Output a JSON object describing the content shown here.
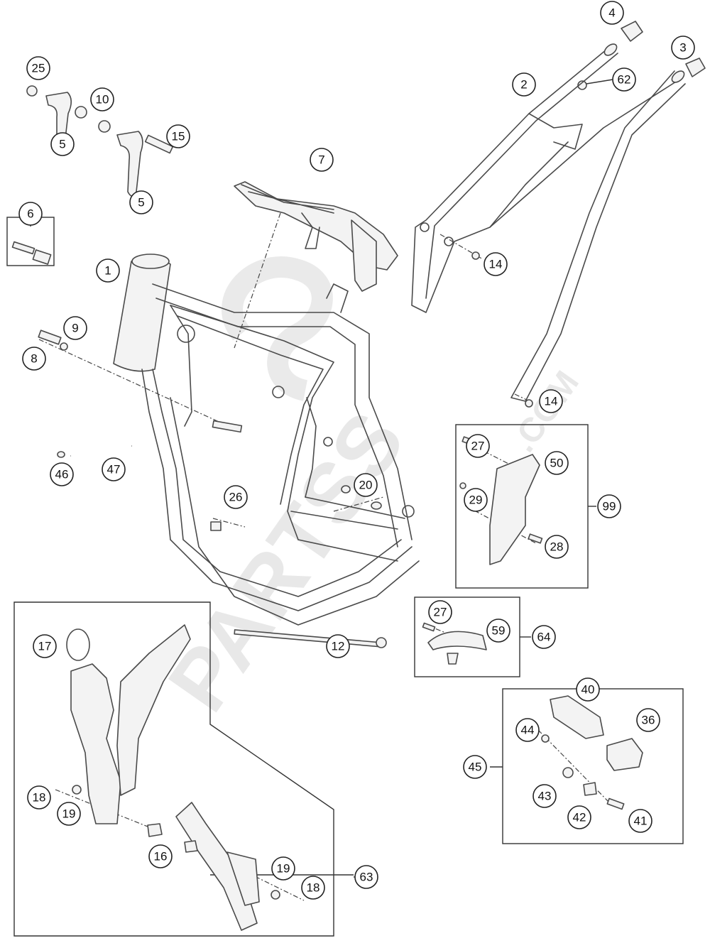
{
  "watermark": {
    "brand": "PARTSS",
    "suffix": ".COM"
  },
  "callouts": [
    {
      "id": "c1",
      "label": "1"
    },
    {
      "id": "c2",
      "label": "2"
    },
    {
      "id": "c3",
      "label": "3"
    },
    {
      "id": "c4",
      "label": "4"
    },
    {
      "id": "c5a",
      "label": "5"
    },
    {
      "id": "c5b",
      "label": "5"
    },
    {
      "id": "c6",
      "label": "6"
    },
    {
      "id": "c7",
      "label": "7"
    },
    {
      "id": "c8",
      "label": "8"
    },
    {
      "id": "c9",
      "label": "9"
    },
    {
      "id": "c10",
      "label": "10"
    },
    {
      "id": "c12",
      "label": "12"
    },
    {
      "id": "c14a",
      "label": "14"
    },
    {
      "id": "c14b",
      "label": "14"
    },
    {
      "id": "c15",
      "label": "15"
    },
    {
      "id": "c16",
      "label": "16"
    },
    {
      "id": "c17",
      "label": "17"
    },
    {
      "id": "c18a",
      "label": "18"
    },
    {
      "id": "c18b",
      "label": "18"
    },
    {
      "id": "c19a",
      "label": "19"
    },
    {
      "id": "c19b",
      "label": "19"
    },
    {
      "id": "c20",
      "label": "20"
    },
    {
      "id": "c25",
      "label": "25"
    },
    {
      "id": "c26",
      "label": "26"
    },
    {
      "id": "c27a",
      "label": "27"
    },
    {
      "id": "c27b",
      "label": "27"
    },
    {
      "id": "c28",
      "label": "28"
    },
    {
      "id": "c29",
      "label": "29"
    },
    {
      "id": "c36",
      "label": "36"
    },
    {
      "id": "c40",
      "label": "40"
    },
    {
      "id": "c41",
      "label": "41"
    },
    {
      "id": "c42",
      "label": "42"
    },
    {
      "id": "c43",
      "label": "43"
    },
    {
      "id": "c44",
      "label": "44"
    },
    {
      "id": "c45",
      "label": "45"
    },
    {
      "id": "c46",
      "label": "46"
    },
    {
      "id": "c47",
      "label": "47"
    },
    {
      "id": "c50",
      "label": "50"
    },
    {
      "id": "c59",
      "label": "59"
    },
    {
      "id": "c62",
      "label": "62"
    },
    {
      "id": "c63",
      "label": "63"
    },
    {
      "id": "c64",
      "label": "64"
    },
    {
      "id": "c99",
      "label": "99"
    }
  ]
}
